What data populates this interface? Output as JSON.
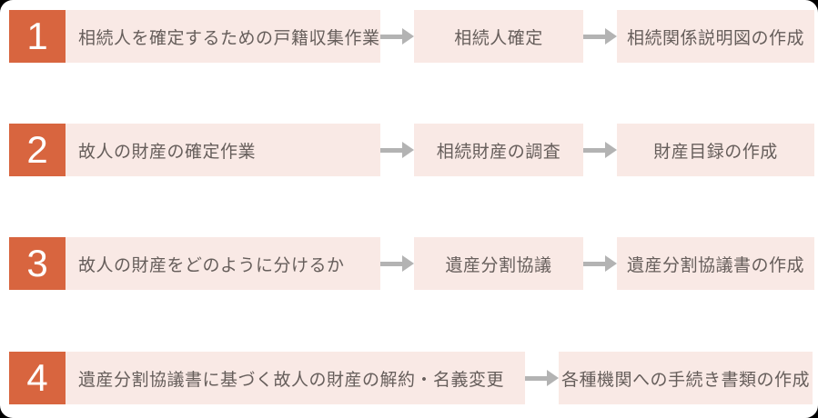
{
  "colors": {
    "accent_orange": "#d8653f",
    "box_pink": "#f9e9e5",
    "text_gray": "#665e5b",
    "arrow_gray": "#b3b3b3",
    "number_text": "#ffffff",
    "background": "#ffffff"
  },
  "icons": {
    "arrow_right": "right-pointing arrow (gray line with triangle head)"
  },
  "rows": [
    {
      "number": "1",
      "steps": [
        "相続人を確定するための戸籍収集作業",
        "相続人確定",
        "相続関係説明図の作成"
      ]
    },
    {
      "number": "2",
      "steps": [
        "故人の財産の確定作業",
        "相続財産の調査",
        "財産目録の作成"
      ]
    },
    {
      "number": "3",
      "steps": [
        "故人の財産をどのように分けるか",
        "遺産分割協議",
        "遺産分割協議書の作成"
      ]
    },
    {
      "number": "4",
      "steps": [
        "遺産分割協議書に基づく故人の財産の解約・名義変更",
        "各種機関への手続き書類の作成"
      ]
    }
  ]
}
